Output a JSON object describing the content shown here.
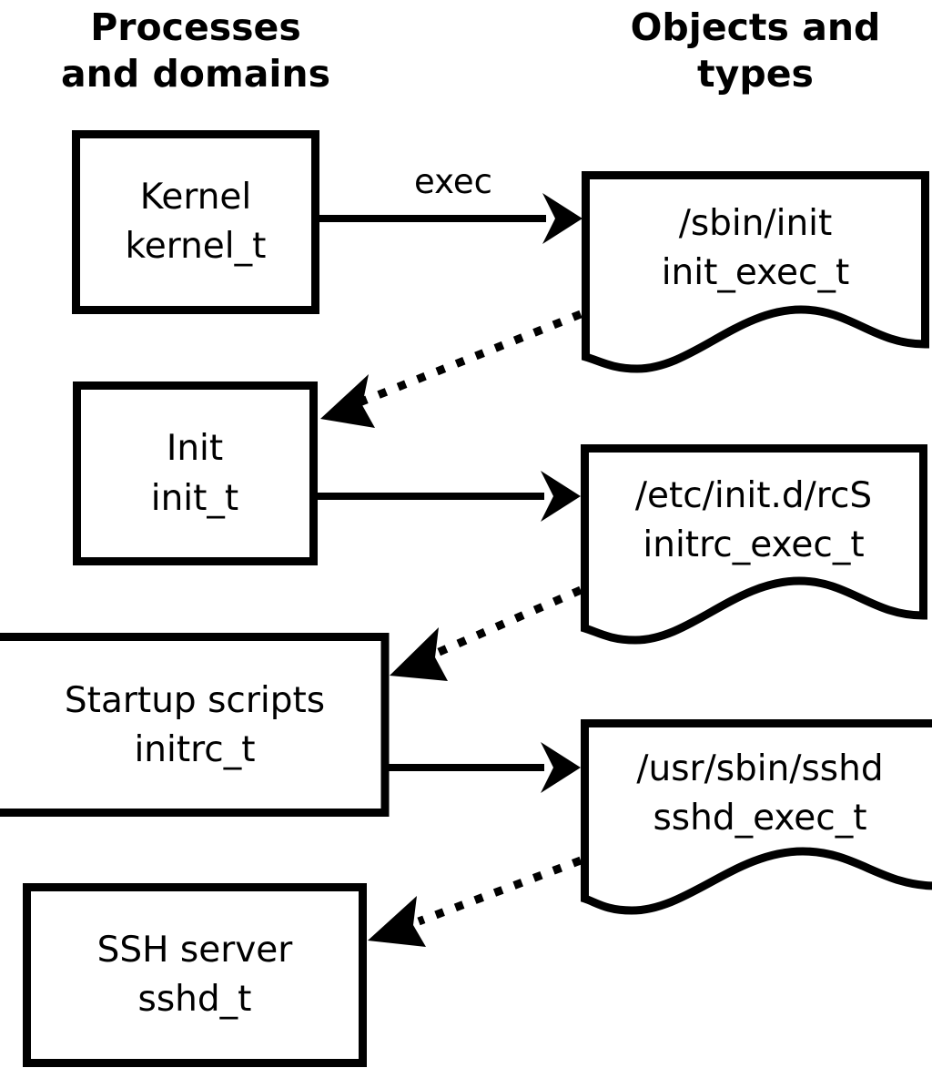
{
  "diagram": {
    "title_left": {
      "line1": "Processes",
      "line2": "and domains"
    },
    "title_right": {
      "line1": "Objects and",
      "line2": "types"
    },
    "domains": [
      {
        "name": "kernel",
        "line1": "Kernel",
        "line2": "kernel_t"
      },
      {
        "name": "init",
        "line1": "Init",
        "line2": "init_t"
      },
      {
        "name": "initrc",
        "line1": "Startup scripts",
        "line2": "initrc_t"
      },
      {
        "name": "sshd",
        "line1": "SSH server",
        "line2": "sshd_t"
      }
    ],
    "objects": [
      {
        "name": "init-exec",
        "line1": "/sbin/init",
        "line2": "init_exec_t"
      },
      {
        "name": "initrc-exec",
        "line1": "/etc/init.d/rcS",
        "line2": "initrc_exec_t"
      },
      {
        "name": "sshd-exec",
        "line1": "/usr/sbin/sshd",
        "line2": "sshd_exec_t"
      }
    ],
    "edges": [
      {
        "name": "kernel-exec-init",
        "label": "exec",
        "style": "solid"
      },
      {
        "name": "init-exec-to-init-domain",
        "label": "",
        "style": "dotted"
      },
      {
        "name": "init-exec-initrc",
        "label": "",
        "style": "solid"
      },
      {
        "name": "initrc-exec-to-initrc-domain",
        "label": "",
        "style": "dotted"
      },
      {
        "name": "initrc-exec-sshd",
        "label": "",
        "style": "solid"
      },
      {
        "name": "sshd-exec-to-sshd-domain",
        "label": "",
        "style": "dotted"
      }
    ],
    "colors": {
      "stroke": "#000000",
      "fill": "#ffffff",
      "text": "#000000"
    }
  }
}
